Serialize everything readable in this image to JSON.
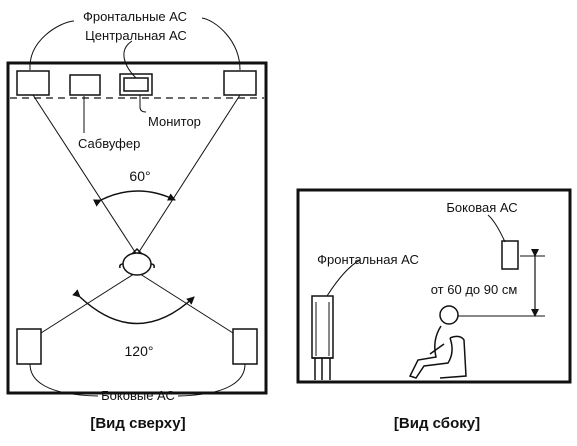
{
  "top_view": {
    "label_front": "Фронтальные АС",
    "label_center": "Центральная АС",
    "label_monitor": "Монитор",
    "label_subwoofer": "Сабвуфер",
    "angle_front": "60°",
    "angle_rear": "120°",
    "label_surround": "Боковые АС",
    "caption": "[Вид сверху]"
  },
  "side_view": {
    "label_surround": "Боковая АС",
    "label_front": "Фронтальная АС",
    "label_height": "от 60 до 90 см",
    "caption": "[Вид сбоку]"
  },
  "colors": {
    "line": "#111111",
    "background": "#ffffff"
  }
}
